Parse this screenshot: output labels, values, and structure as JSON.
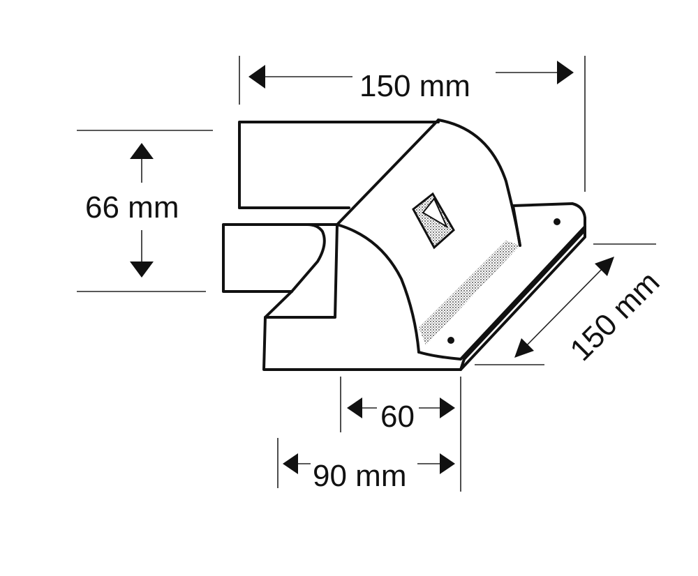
{
  "diagram": {
    "dimensions": {
      "width_top": "150 mm",
      "height": "66 mm",
      "depth": "150 mm",
      "inner_width": "60",
      "base_width": "90 mm"
    },
    "colors": {
      "ink": "#111111",
      "paper": "#ffffff",
      "shading": "#9a9a9a"
    }
  }
}
